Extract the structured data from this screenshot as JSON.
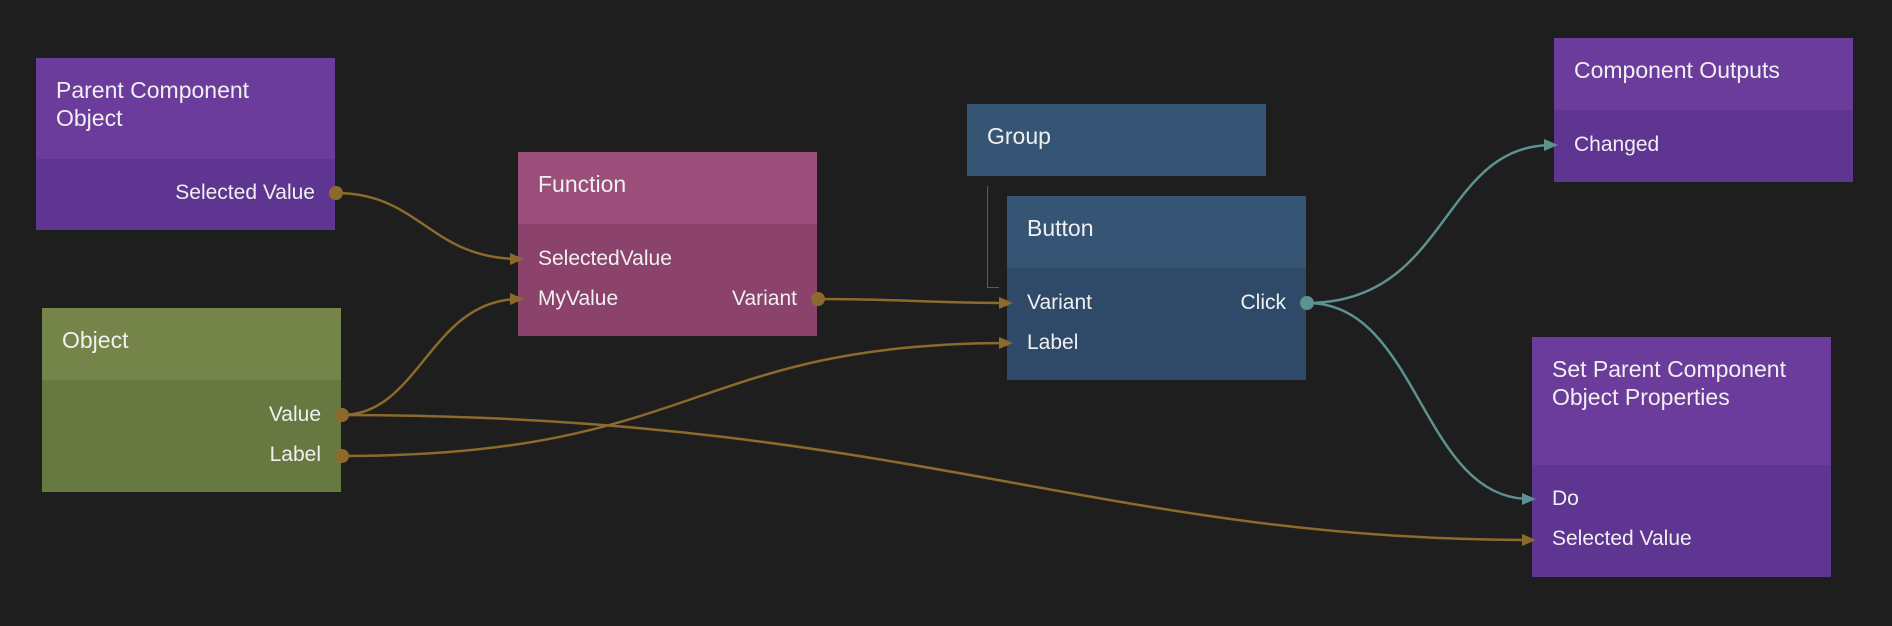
{
  "colors": {
    "background": "#1e1e1e",
    "data_wire": "#8c6a2c",
    "signal_wire": "#5c9290",
    "purple_header": "#6b3c9c",
    "purple_body": "#5e3590",
    "pink_header": "#9c4e7a",
    "pink_body": "#8b436c",
    "green_header": "#75854a",
    "green_body": "#687841",
    "blue_header": "#365474",
    "blue_body": "#2f4a69"
  },
  "nodes": {
    "parent_component_object": {
      "title": "Parent Component Object",
      "outputs": [
        "Selected Value"
      ]
    },
    "object": {
      "title": "Object",
      "outputs": [
        "Value",
        "Label"
      ]
    },
    "function": {
      "title": "Function",
      "inputs": [
        "SelectedValue",
        "MyValue"
      ],
      "outputs": [
        "Variant"
      ]
    },
    "group": {
      "title": "Group"
    },
    "button": {
      "title": "Button",
      "inputs": [
        "Variant",
        "Label"
      ],
      "outputs": [
        "Click"
      ]
    },
    "component_outputs": {
      "title": "Component Outputs",
      "inputs": [
        "Changed"
      ]
    },
    "set_parent": {
      "title": "Set Parent Component Object Properties",
      "inputs": [
        "Do",
        "Selected Value"
      ]
    }
  },
  "connections": [
    {
      "from": "Parent Component Object.Selected Value",
      "to": "Function.SelectedValue",
      "kind": "data"
    },
    {
      "from": "Object.Value",
      "to": "Function.MyValue",
      "kind": "data"
    },
    {
      "from": "Function.Variant",
      "to": "Button.Variant",
      "kind": "data"
    },
    {
      "from": "Object.Label",
      "to": "Button.Label",
      "kind": "data"
    },
    {
      "from": "Object.Value",
      "to": "Set Parent Component Object Properties.Selected Value",
      "kind": "data"
    },
    {
      "from": "Button.Click",
      "to": "Component Outputs.Changed",
      "kind": "signal"
    },
    {
      "from": "Button.Click",
      "to": "Set Parent Component Object Properties.Do",
      "kind": "signal"
    }
  ]
}
